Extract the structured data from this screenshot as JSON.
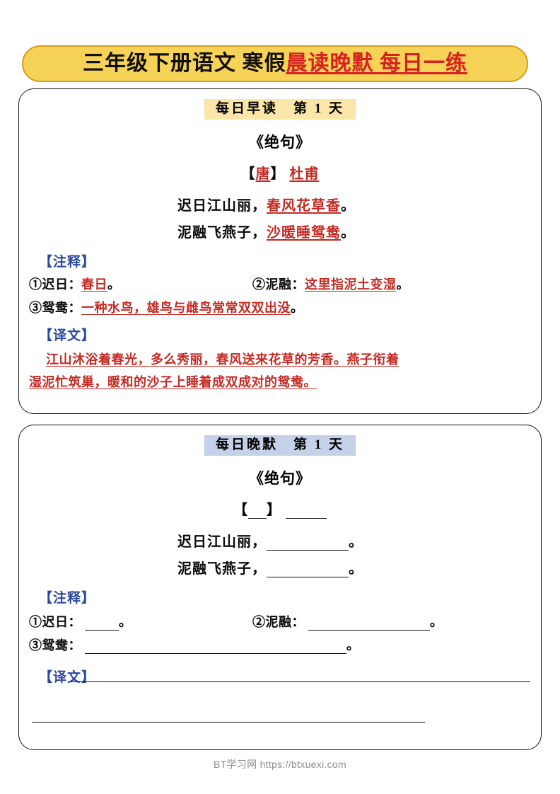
{
  "page": {
    "title_black": "三年级下册语文 寒假",
    "title_red": "晨读晚默 每日一练",
    "footer": "BT学习网 https://btxuexi.com"
  },
  "colors": {
    "banner_fill": "#F6D357",
    "banner_border": "#D99A24",
    "head_tan": "#FAE6A9",
    "head_blue": "#C4D1E9",
    "answer_red": "#C42B23",
    "label_blue": "#2A49A0",
    "card_border": "#15130F"
  },
  "morning": {
    "header": "每日早读　第 1 天",
    "poem_title": "《绝句》",
    "author_bracket_open": "【",
    "author_dynasty": "唐",
    "author_bracket_close": "】",
    "author_name": "杜甫",
    "lines": [
      {
        "black": "迟日江山丽，",
        "red": "春风花草香",
        "tail": "。"
      },
      {
        "black": "泥融飞燕子，",
        "red": "沙暖睡鸳鸯",
        "tail": "。"
      }
    ],
    "notes_label": "【注释】",
    "notes": [
      {
        "num": "①",
        "term": "迟日：",
        "answer": "春日",
        "tail": "。"
      },
      {
        "num": "②",
        "term": "泥融：",
        "answer": "这里指泥土变湿",
        "tail": "。"
      },
      {
        "num": "③",
        "term": "鸳鸯：",
        "answer": "一种水鸟，雄鸟与雌鸟常常双双出没",
        "tail": "。"
      }
    ],
    "translation_label": "【译文】",
    "translation_lines": [
      "江山沐浴着春光，多么秀丽，春风送来花草的芳香。燕子衔着",
      "湿泥忙筑巢，暖和的沙子上睡着成双成对的鸳鸯。"
    ]
  },
  "evening": {
    "header": "每日晚默　第 1 天",
    "poem_title": "《绝句》",
    "author_bracket_open": "【",
    "author_bracket_close": "】",
    "lines": [
      {
        "black": "迟日江山丽，",
        "tail": "。"
      },
      {
        "black": "泥融飞燕子，",
        "tail": "。"
      }
    ],
    "notes_label": "【注释】",
    "notes": [
      {
        "num": "①",
        "term": "迟日：",
        "tail": "。"
      },
      {
        "num": "②",
        "term": "泥融：",
        "tail": "。"
      },
      {
        "num": "③",
        "term": "鸳鸯：",
        "tail": "。"
      }
    ],
    "translation_label": "【译文】"
  }
}
